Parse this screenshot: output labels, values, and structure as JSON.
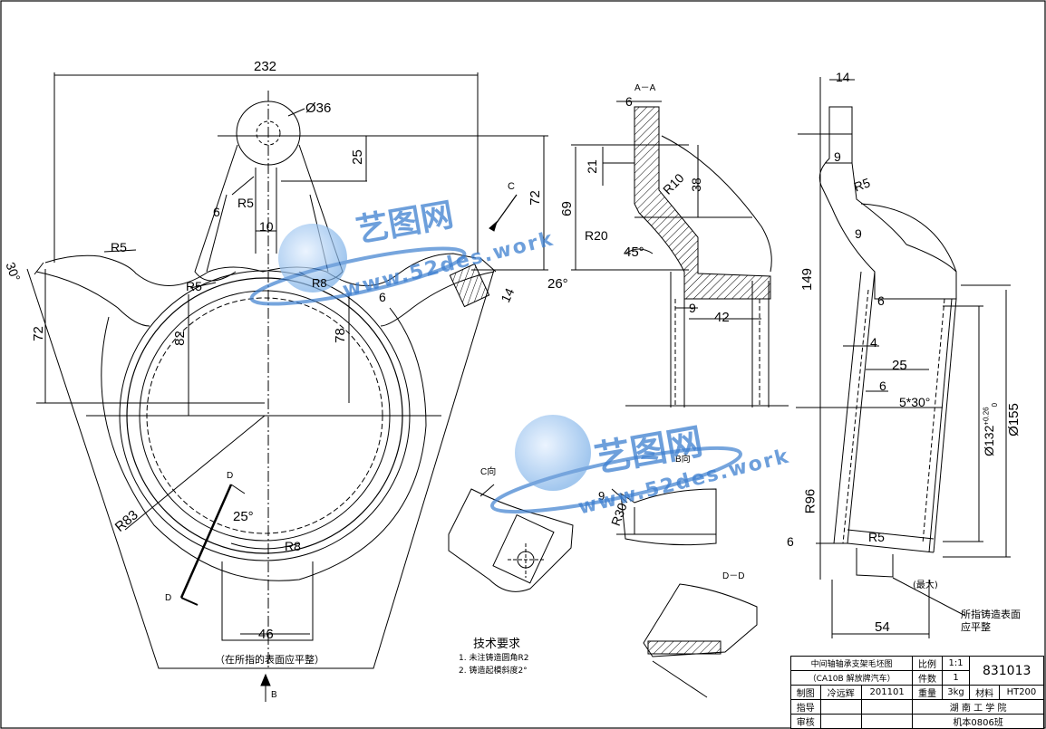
{
  "dimensions": {
    "overall_width": "232",
    "hole_dia": "Ø36",
    "d25": "25",
    "d72_right": "72",
    "r5_top": "R5",
    "d6_left": "6",
    "d10": "10",
    "r5_left_lobe": "R5",
    "r5_mid": "R5",
    "angle30": "30°",
    "d72_left": "72",
    "d82": "82",
    "d78": "78",
    "d14": "14",
    "angle26": "26°",
    "d6_right": "6",
    "r8_small": "R8",
    "r83": "R83",
    "r8_bottom": "R8",
    "angle25": "25°",
    "d46": "46",
    "sec_d6": "6",
    "sec_d21": "21",
    "sec_d69": "69",
    "sec_r10": "R10",
    "sec_d38": "38",
    "sec_r20": "R20",
    "sec_angle45": "45°",
    "sec_d9": "9",
    "sec_d42": "42",
    "side_d14": "14",
    "side_d9": "9",
    "side_r5": "R5",
    "side_d9b": "9",
    "side_d149": "149",
    "side_d6a": "6",
    "side_d4": "4",
    "side_d25": "25",
    "side_d6b": "6",
    "side_chamfer": "5*30°",
    "side_tol": "Ø132",
    "side_tol_sup": "+0.26",
    "side_tol_sub": "0",
    "side_d155": "Ø155",
    "side_r96": "R96",
    "side_d6c": "6",
    "side_r5b": "R5",
    "side_d54": "54",
    "side_r30": "R30",
    "side_d9c": "9"
  },
  "labels": {
    "section_aa": "A－A",
    "arrow_c": "C",
    "view_c": "C向",
    "view_b": "B向",
    "section_dd": "D－D",
    "d_mark_top": "D",
    "d_mark_bottom": "D",
    "arrow_b": "B",
    "surface_note_bottom": "（在所指的表面应平整）",
    "max_note": "(最大)",
    "surface_note_side_1": "所指铸造表面",
    "surface_note_side_2": "应平整"
  },
  "tech_requirements": {
    "title": "技术要求",
    "item1": "1. 未注铸造圆角R2",
    "item2": "2. 铸造起模斜度2°"
  },
  "title_block": {
    "part_name_1": "中间轴轴承支架毛坯图",
    "part_name_2": "（CA10B 解放牌汽车）",
    "scale_label": "比例",
    "scale_value": "1:1",
    "qty_label": "件数",
    "qty_value": "1",
    "drawing_no": "831013",
    "drawn_label": "制图",
    "drawn_by": "冷远辉",
    "drawn_date": "201101",
    "weight_label": "重量",
    "weight_value": "3kg",
    "material_label": "材料",
    "material_value": "HT200",
    "advisor_label": "指导",
    "review_label": "审核",
    "school": "湖 南 工 学 院",
    "class": "机本0806班"
  },
  "watermark": {
    "brand": "艺图网",
    "url": "www.52des.work"
  },
  "colors": {
    "line": "#000000",
    "watermark": "#3d7fd0"
  }
}
